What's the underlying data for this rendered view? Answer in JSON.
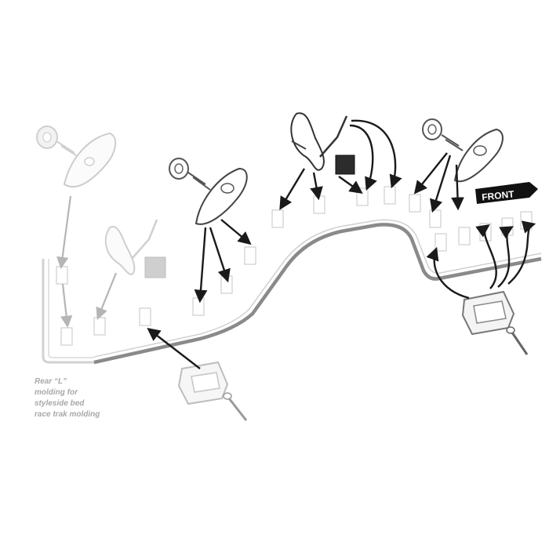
{
  "diagram": {
    "front_label": "FRONT",
    "caption_lines": [
      "Rear  “L”",
      "molding for",
      "styleside bed",
      "race trak molding"
    ],
    "colors": {
      "faded": "#bdbdbd",
      "dark": "#1a1a1a",
      "outline": "#555555",
      "clip_fill": "#3a3a3a",
      "label_bg": "#111111",
      "label_text": "#ffffff"
    }
  }
}
